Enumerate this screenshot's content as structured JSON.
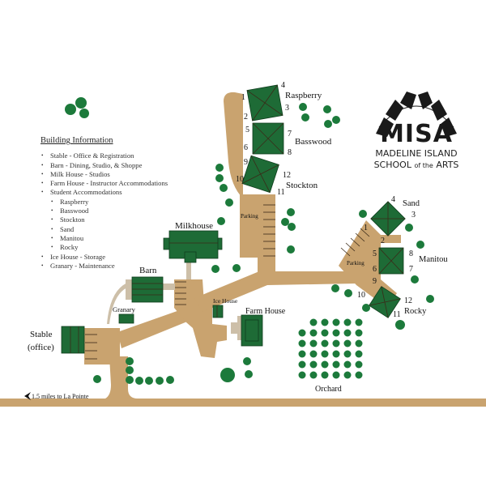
{
  "legend": {
    "title": "Building Information",
    "items": [
      "Stable - Office & Registration",
      "Barn - Dining, Studio, & Shoppe",
      "Milk House - Studios",
      "Farm House - Instructor Accommodations",
      "Student Accommodations"
    ],
    "sub_items": [
      "Raspberry",
      "Basswood",
      "Stockton",
      "Sand",
      "Manitou",
      "Rocky"
    ],
    "items_after": [
      "Ice House - Storage",
      "Granary - Maintenance"
    ]
  },
  "logo": {
    "acronym": "MISA",
    "line1": "MADELINE ISLAND",
    "line2_a": "SCHOOL ",
    "line2_b": "of the",
    "line2_c": " ARTS"
  },
  "labels": {
    "raspberry": "Raspberry",
    "basswood": "Basswood",
    "stockton": "Stockton",
    "sand": "Sand",
    "manitou": "Manitou",
    "rocky": "Rocky",
    "milkhouse": "Milkhouse",
    "barn": "Barn",
    "granary": "Granary",
    "stable_1": "Stable",
    "stable_2": "(office)",
    "ice_house": "Ice House",
    "farm_house": "Farm House",
    "orchard": "Orchard",
    "parking": "Parking",
    "la_pointe": "1.5 miles to La Pointe"
  },
  "units": [
    "1",
    "2",
    "3",
    "4",
    "5",
    "6",
    "7",
    "8",
    "9",
    "10",
    "11",
    "12"
  ],
  "colors": {
    "road": "#c9a36f",
    "building": "#1e6b36",
    "tree": "#1c7a3b"
  }
}
